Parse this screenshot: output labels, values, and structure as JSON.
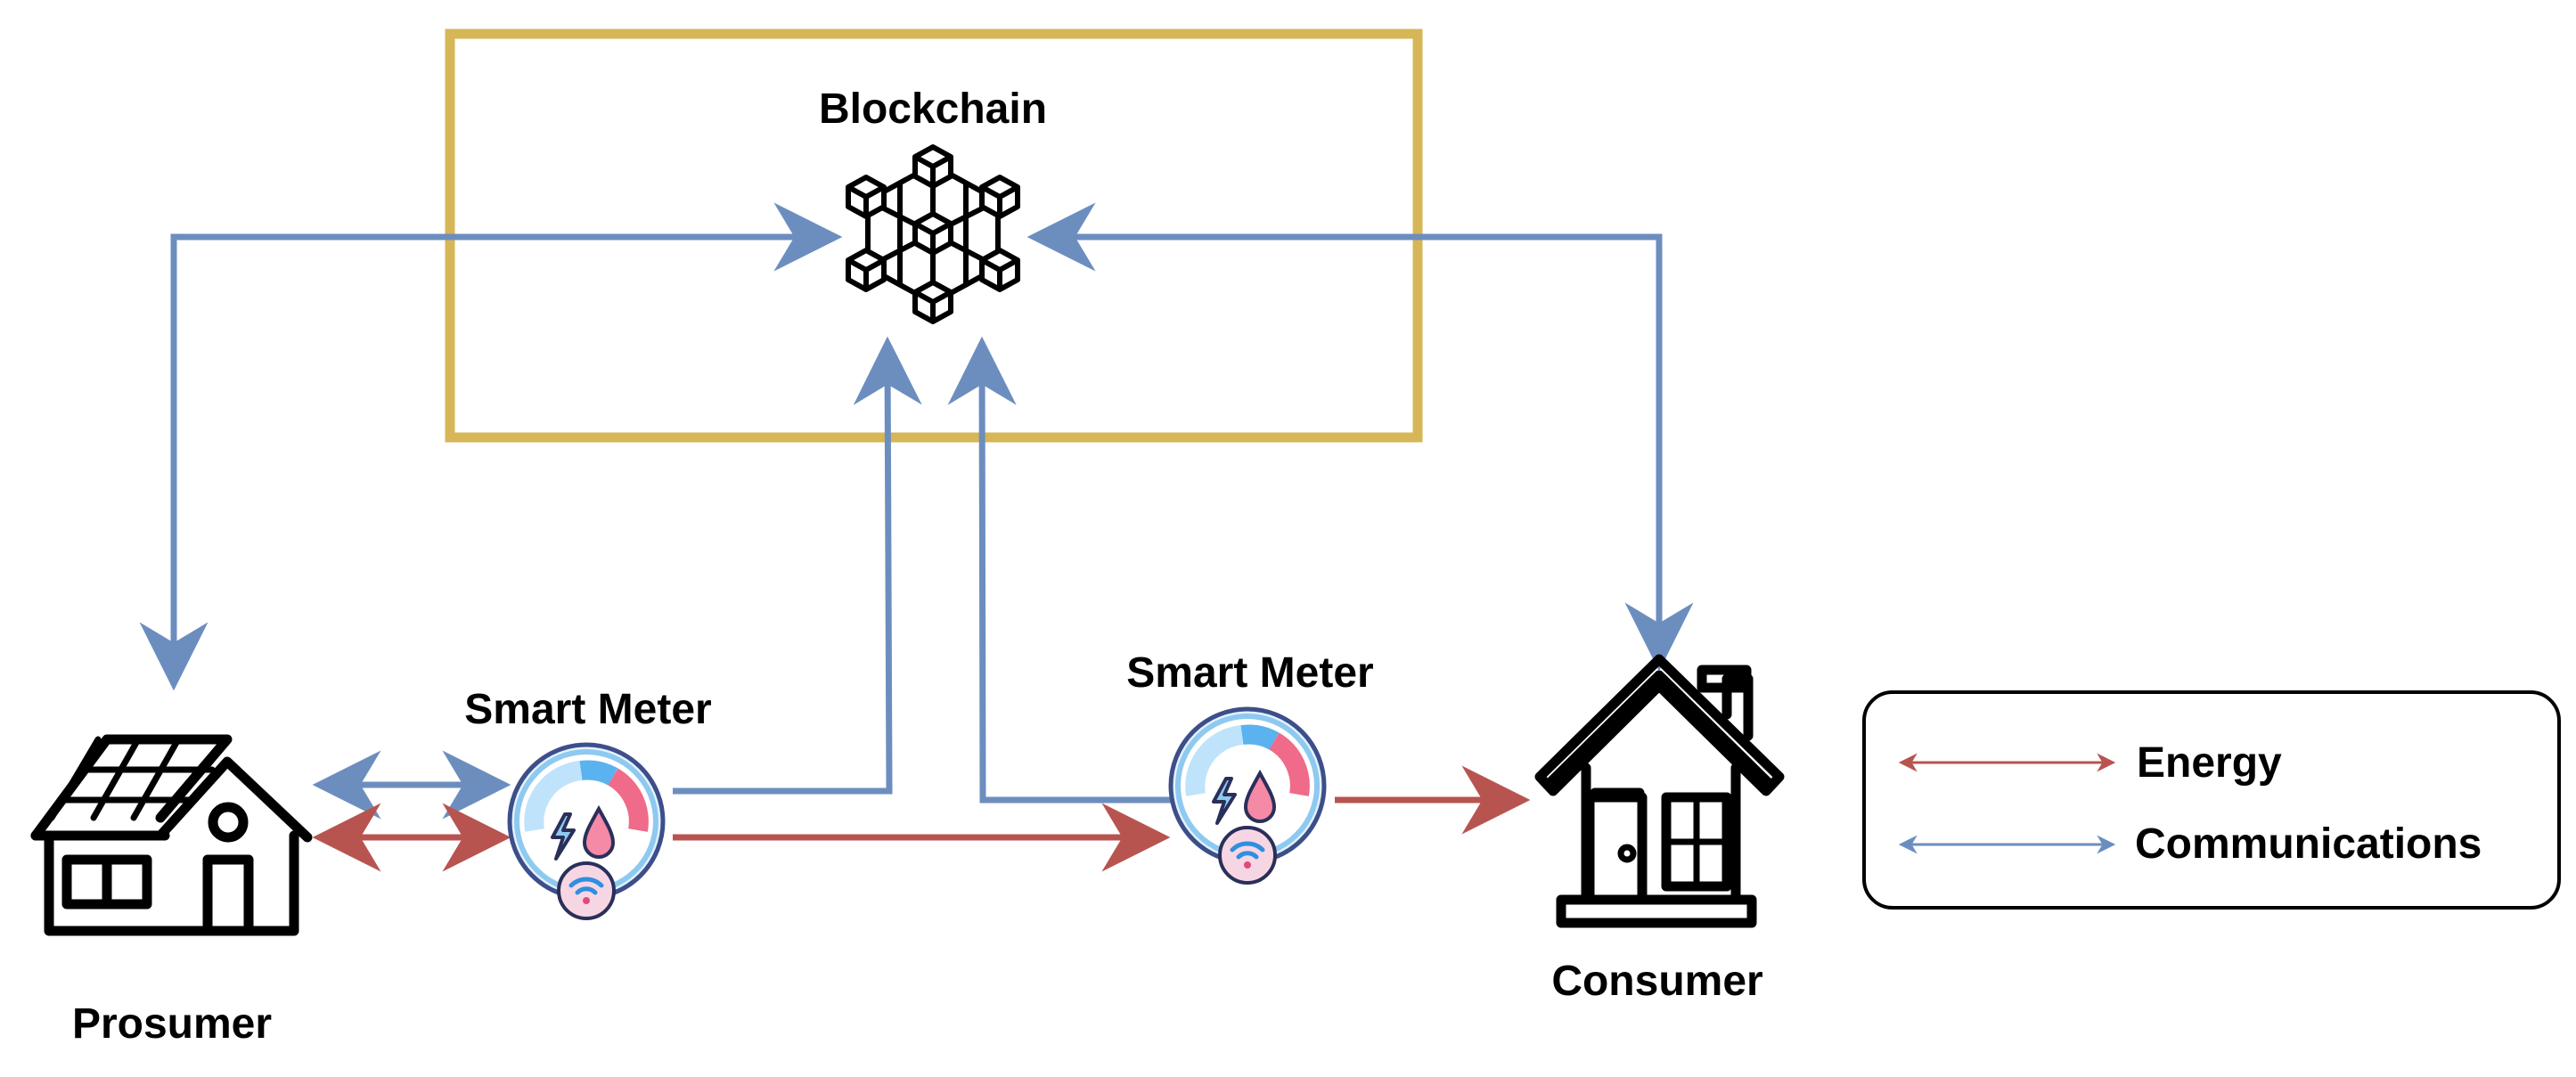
{
  "labels": {
    "blockchain": "Blockchain",
    "smart_meter_left": "Smart Meter",
    "smart_meter_right": "Smart Meter",
    "prosumer": "Prosumer",
    "consumer": "Consumer"
  },
  "legend": {
    "energy": "Energy",
    "communications": "Communications"
  },
  "icons": {
    "blockchain": "blockchain-network-icon",
    "prosumer": "solar-house-icon",
    "consumer": "house-icon",
    "smart_meter": "smart-meter-gauge-icon"
  },
  "colors": {
    "communications": "#6c8ebf",
    "energy": "#b85450",
    "blockchain_border": "#d6b656"
  }
}
